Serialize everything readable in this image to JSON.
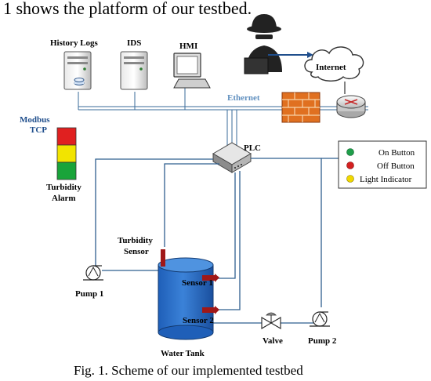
{
  "top_text": "1 shows the platform of our testbed.",
  "caption": "Fig. 1. Scheme of our implemented testbed",
  "labels": {
    "history_logs": "History Logs",
    "ids": "IDS",
    "hmi": "HMI",
    "internet": "Internet",
    "ethernet": "Ethernet",
    "modbus_line1": "Modbus",
    "modbus_line2": "TCP",
    "plc": "PLC",
    "turbidity_alarm_line1": "Turbidity",
    "turbidity_alarm_line2": "Alarm",
    "turbidity_sensor_line1": "Turbidity",
    "turbidity_sensor_line2": "Sensor",
    "sensor1": "Sensor 1",
    "sensor2": "Sensor 2",
    "pump1": "Pump 1",
    "pump2": "Pump 2",
    "valve": "Valve",
    "water_tank": "Water Tank"
  },
  "legend": {
    "items": [
      {
        "label": "On Button",
        "color": "#1e9e4a"
      },
      {
        "label": "Off Button",
        "color": "#d42020"
      },
      {
        "label": "Light Indicator",
        "color": "#f0d800"
      }
    ]
  },
  "colors": {
    "wire": "#2f5f8f",
    "tank": "#2f6fc8",
    "sensor": "#a01818",
    "alarm_red": "#e02020",
    "alarm_yellow": "#f2e400",
    "alarm_green": "#19a43a"
  }
}
